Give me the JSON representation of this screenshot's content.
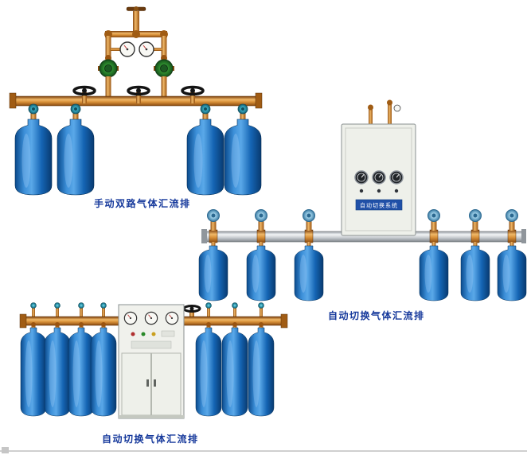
{
  "page": {
    "background": "#ffffff",
    "products": [
      {
        "id": "manual-dual-manifold",
        "caption": "手动双路气体汇流排",
        "cylinder_count": 4
      },
      {
        "id": "auto-switch-wall-manifold",
        "caption": "自动切换气体汇流排",
        "cylinder_count": 6,
        "cabinet_label": "自动切换系统"
      },
      {
        "id": "auto-switch-floor-manifold",
        "caption": "自动切换气体汇流排",
        "cylinder_count": 7
      }
    ],
    "colors": {
      "caption_text": "#15389b",
      "cylinder_blue": "#1565b4",
      "brass": "#c8801c",
      "pipe_silver": "#c8ccd0",
      "valve_teal": "#2f9db5",
      "handwheel_blue": "#8ac0dc",
      "cabinet_body": "#f0f1ec"
    }
  }
}
